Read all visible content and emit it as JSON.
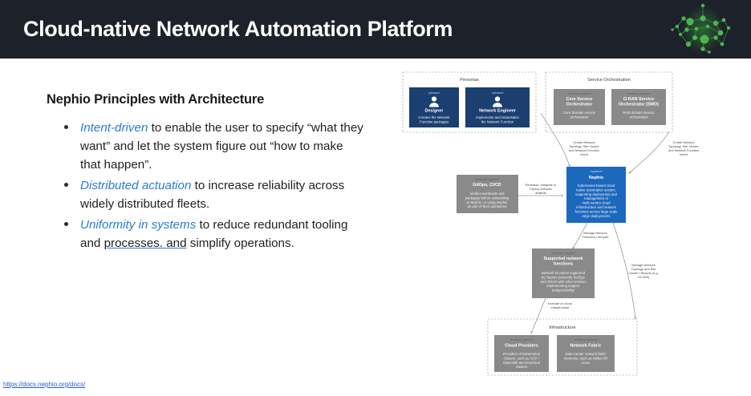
{
  "header": {
    "title": "Cloud-native Network Automation Platform",
    "logo_icon": "network-graph-logo",
    "bg_color": "#1d2129",
    "logo_color": "#3faa4f"
  },
  "content": {
    "section_title": "Nephio Principles with Architecture",
    "bullets": [
      {
        "emphasis": "Intent-driven",
        "rest": " to enable the user to specify “what they want” and let the system figure out “how to make that happen”."
      },
      {
        "emphasis": "Distributed actuation",
        "rest": " to increase reliability across widely distributed fleets."
      },
      {
        "emphasis": "Uniformity in systems",
        "rest_a": " to reduce redundant tooling and ",
        "underlined": "processes. and",
        "rest_b": " simplify operations."
      }
    ],
    "footer_link": "https://docs.nephio.org/docs/"
  },
  "diagram": {
    "groups": [
      {
        "name": "personas",
        "label": "Personas"
      },
      {
        "name": "service-orchestration",
        "label": "Service Orchestration"
      },
      {
        "name": "infrastructure",
        "label": "Infrastructure"
      }
    ],
    "nodes": [
      {
        "id": "designer",
        "stereotype": "«person»",
        "title": "Designer",
        "body": "Creates the Network Function packages",
        "color": "#1b3f70",
        "kind": "persona"
      },
      {
        "id": "network-engineer",
        "stereotype": "«person»",
        "title": "Network Engineer",
        "body": "Implements and instantiates the Network Function",
        "color": "#1b3f70",
        "kind": "persona"
      },
      {
        "id": "core-service-orchestrator",
        "stereotype": "«external_system»",
        "title": "Core Service Orchestrator",
        "body": "Core Domain service orchestrator",
        "color": "#8a8a8a",
        "kind": "external"
      },
      {
        "id": "oran-service-orchestrator",
        "stereotype": "«external_system»",
        "title": "O-RAN Service Orchestrator (SMO)",
        "body": "RAN domain service orchestrator",
        "color": "#8a8a8a",
        "kind": "external"
      },
      {
        "id": "gitops-cicd",
        "stereotype": "«external_system»",
        "title": "GitOps, CI/CD",
        "body": "Verifies workloads and packages before onboarding to Nephio, or using Nephio as part of their operations",
        "color": "#8a8a8a",
        "kind": "external"
      },
      {
        "id": "nephio",
        "stereotype": "«system»",
        "title": "Nephio",
        "body": "Kubernetes-based cloud native automation system, supporting deployment and management of multi-vendor cloud infrastructure and network functions across large scale edge deployments",
        "color": "#1c68bd",
        "kind": "system"
      },
      {
        "id": "supported-network-functions",
        "stereotype": "«external_system»",
        "title": "Supported network functions",
        "body": "Network functions supported by Nephio (currently free5gc and ORAN with other vendors implementing support independently)",
        "color": "#8a8a8a",
        "kind": "external"
      },
      {
        "id": "cloud-providers",
        "stereotype": "«external_system»",
        "title": "Cloud Providers",
        "body": "Providers of Kubernetes clusters, such as GCP / Openshift and local kind clusters",
        "color": "#8a8a8a",
        "kind": "external"
      },
      {
        "id": "network-fabric",
        "stereotype": "«external_system»",
        "title": "Network Fabric",
        "body": "Data Center network fabric elements, such as Nokia SR Linux",
        "color": "#8a8a8a",
        "kind": "external"
      }
    ],
    "edges": [
      {
        "id": "personas-to-nephio",
        "label": "Create Network Topology, Site Cluster and Network Function Intent"
      },
      {
        "id": "orchestration-to-nephio",
        "label": "Create Network Topology, Site Cluster and Network Function Intent"
      },
      {
        "id": "gitops-to-nephio",
        "label": "Rehearse, integrate or Deploy software artifacts"
      },
      {
        "id": "nephio-to-network-functions",
        "label": "Manage Network Functions Lifecycle"
      },
      {
        "id": "nephio-to-infrastructure",
        "label": "Manage Network Topology and Site Cluster Lifecycle (e.g. O2-IMS)"
      },
      {
        "id": "functions-to-cloud-providers",
        "label": "Execute on cloud infrastructure"
      }
    ]
  }
}
